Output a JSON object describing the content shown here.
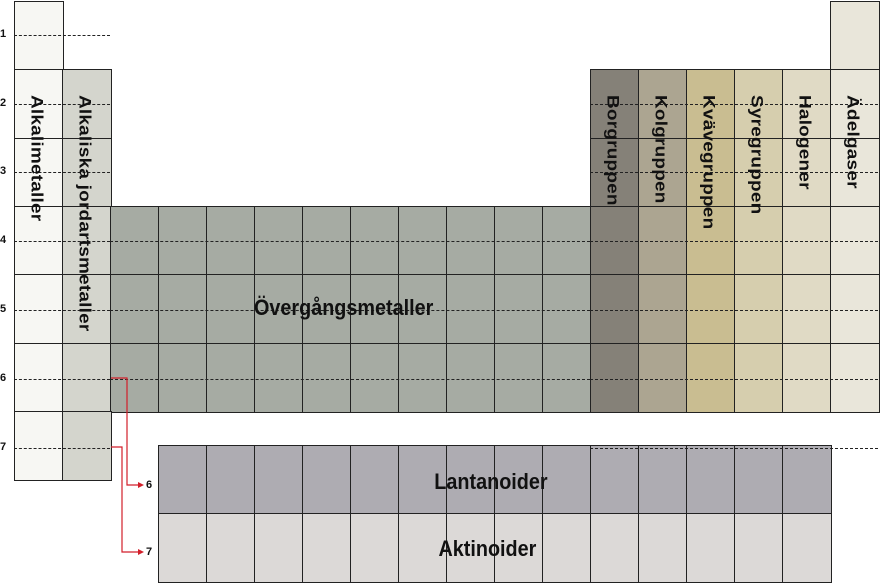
{
  "periods": [
    "1",
    "2",
    "3",
    "4",
    "5",
    "6",
    "7"
  ],
  "groups": {
    "alkali": "Alkalimetaller",
    "alkaline_earth": "Alkaliska jordartsmetaller",
    "transition": "Övergångsmetaller",
    "boron": "Borgruppen",
    "carbon": "Kolgruppen",
    "nitrogen": "Kvävegruppen",
    "oxygen": "Syregruppen",
    "halogen": "Halogener",
    "noble": "Ädelgaser"
  },
  "series": {
    "lanthanides": "Lantanoider",
    "actinides": "Aktinoider",
    "lanthanide_period": "6",
    "actinide_period": "7"
  },
  "colors": {
    "alkali": "#f7f7f3",
    "alkaline_earth": "#d4d5cd",
    "transition": "#a6aba3",
    "boron": "#858178",
    "carbon": "#aca591",
    "nitrogen": "#c9bd91",
    "oxygen": "#d6ceae",
    "halogen": "#e0dac5",
    "noble": "#e9e6da",
    "lanthanides": "#aeacb2",
    "actinides": "#dcd9d7",
    "connector": "#d21f2a"
  }
}
